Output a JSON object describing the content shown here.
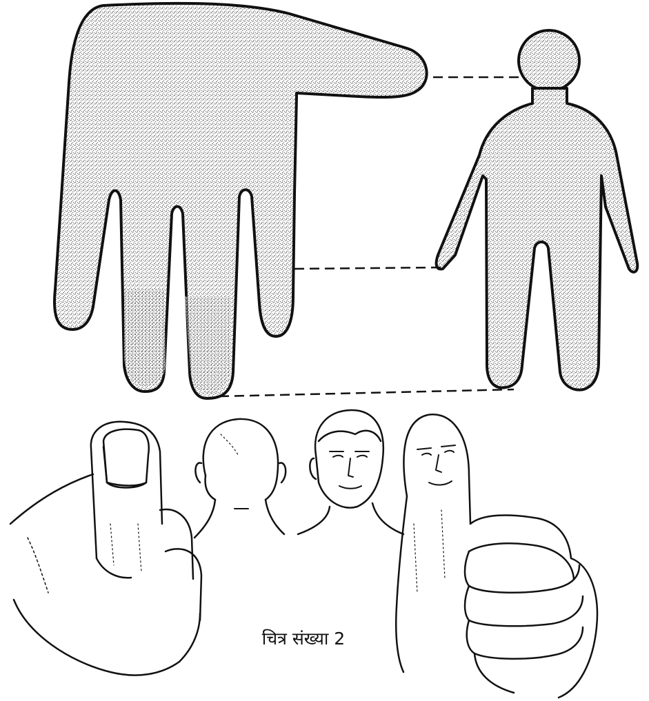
{
  "caption": "चित्र संख्या 2",
  "colors": {
    "ink": "#111111",
    "stipple": "#5a5a5a",
    "paper": "#ffffff"
  },
  "figures": {
    "top_left": "hand-silhouette",
    "top_right": "human-silhouette",
    "bottom": [
      "thumb-up-hand",
      "head-back-view",
      "head-front-view",
      "thumb-face-fist"
    ]
  }
}
